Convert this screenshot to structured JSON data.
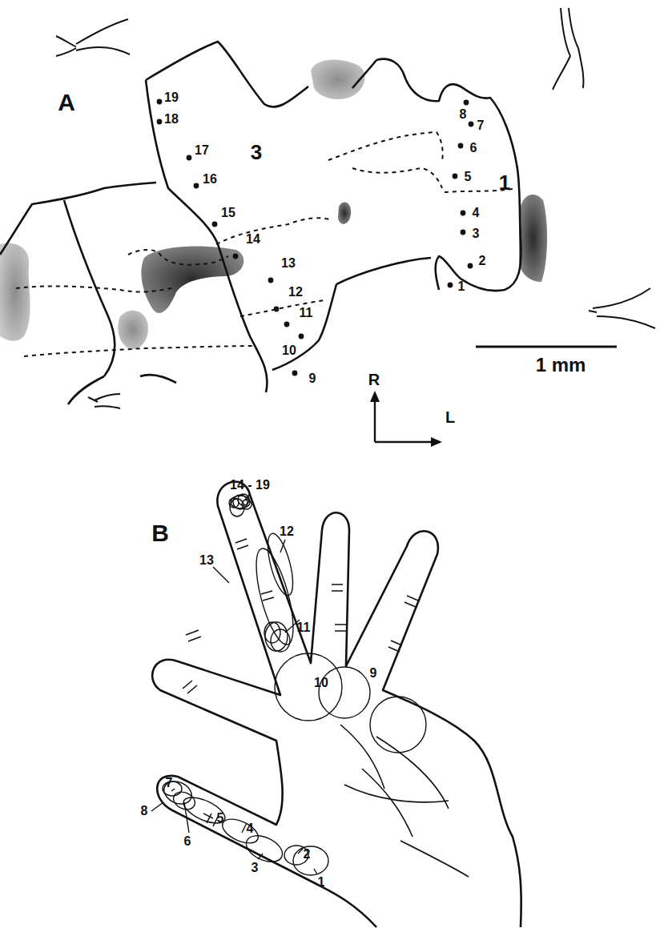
{
  "diagram": {
    "labels": [
      "A",
      "3",
      "1",
      "19",
      "18",
      "17",
      "16",
      "15",
      "14",
      "13",
      "12",
      "11",
      "10",
      "9",
      "8",
      "7",
      "6",
      "5",
      "4",
      "3",
      "2",
      "1",
      "1 mm",
      "R",
      "L",
      "B",
      "14 - 19",
      "12",
      "13",
      "11",
      "10",
      "9",
      "7",
      "8",
      "5",
      "6",
      "4",
      "2",
      "3",
      "1"
    ]
  }
}
